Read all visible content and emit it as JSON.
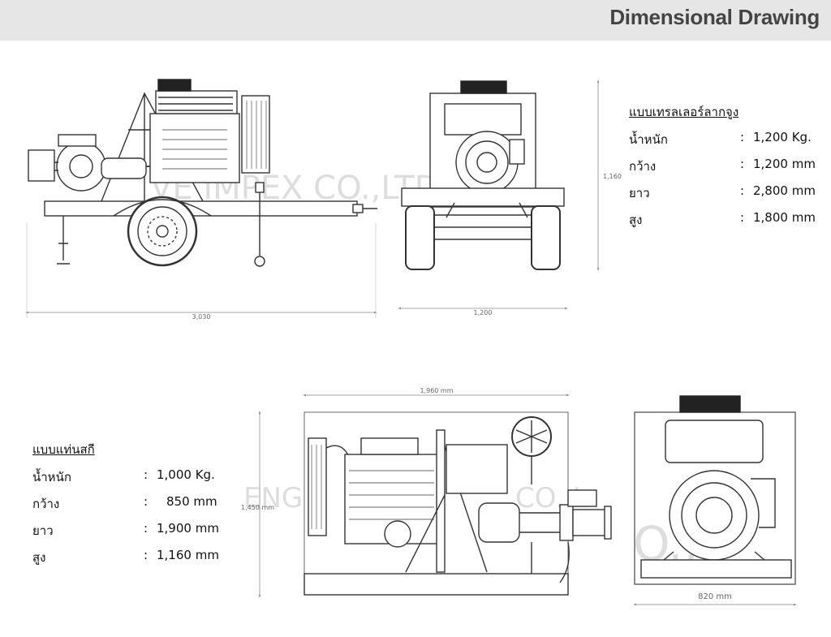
{
  "header": {
    "title": "Dimensional Drawing"
  },
  "watermarks": {
    "top": "VE IMPEX CO.,LTD",
    "bottom_left": "ENG",
    "bottom_mid": "CO.,L",
    "bottom_right": "O.,L"
  },
  "trailer": {
    "title": "แบบเทรลเลอร์ลากจูง",
    "specs": [
      {
        "label": "น้ำหนัก",
        "value": "1,200 Kg."
      },
      {
        "label": "กว้าง",
        "value": "1,200 mm"
      },
      {
        "label": "ยาว",
        "value": "2,800 mm"
      },
      {
        "label": "สูง",
        "value": "1,800 mm"
      }
    ],
    "dims": {
      "side_length": "3,030",
      "front_width": "1,200",
      "front_height": "1,160"
    }
  },
  "skid": {
    "title": "แบบแท่นสกี",
    "specs": [
      {
        "label": "น้ำหนัก",
        "value": "1,000 Kg."
      },
      {
        "label": "กว้าง",
        "value": "850 mm"
      },
      {
        "label": "ยาว",
        "value": "1,900 mm"
      },
      {
        "label": "สูง",
        "value": "1,160 mm"
      }
    ],
    "dims": {
      "side_length": "1,960 mm",
      "side_height": "1,450 mm",
      "front_width": "820 mm"
    }
  },
  "separator": ":",
  "colors": {
    "line": "#333333",
    "dim": "#8a8a8a",
    "header_bg": "#e6e6e6",
    "header_text": "#444444",
    "watermark": "#dddddd"
  }
}
